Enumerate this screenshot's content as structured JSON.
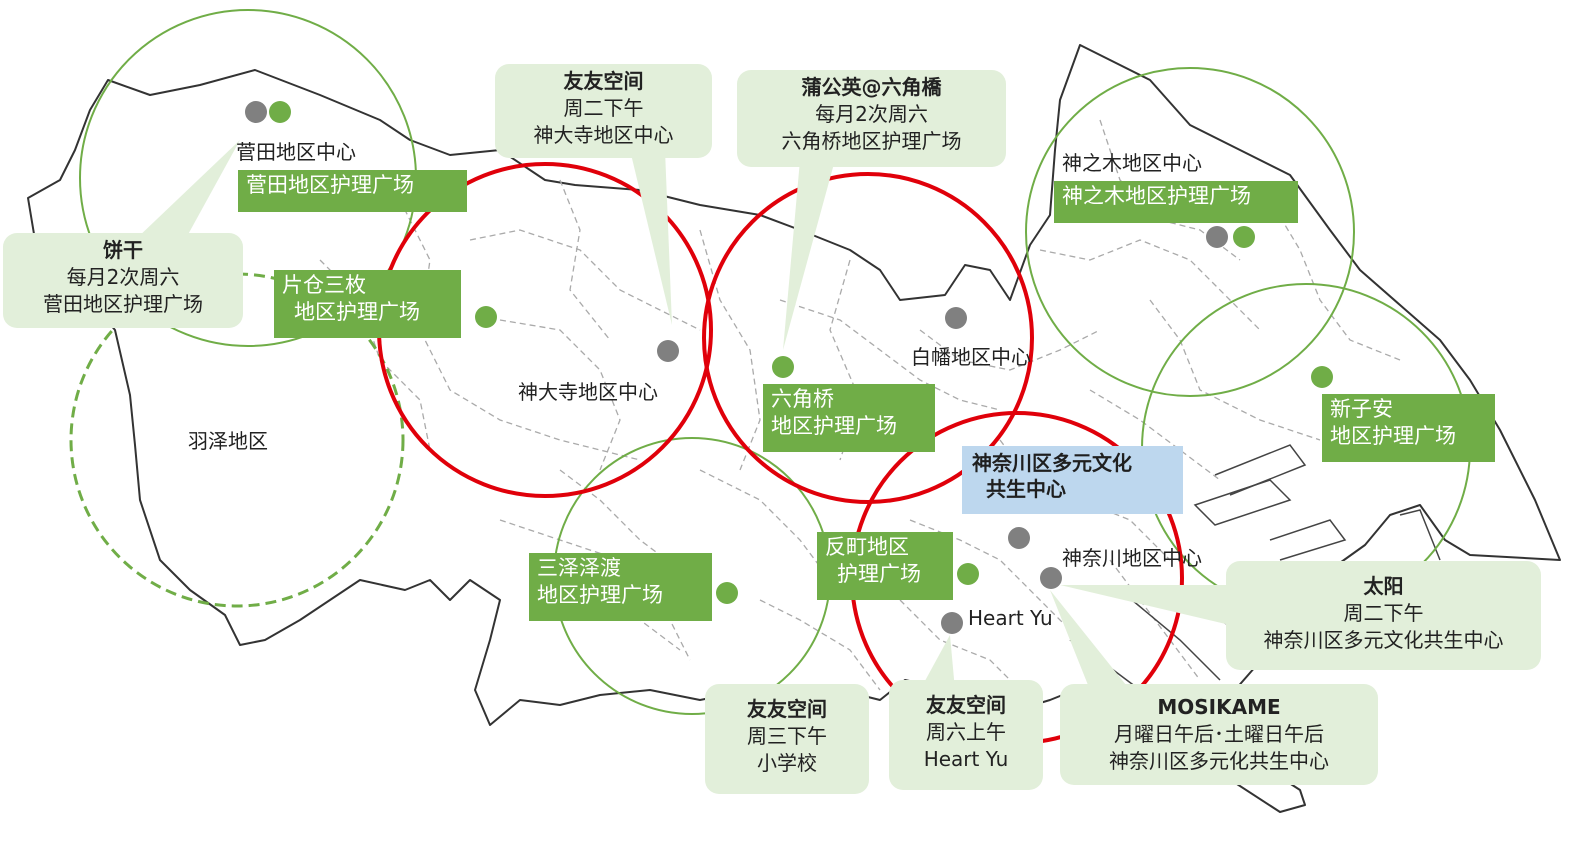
{
  "labels": {
    "sugata_center": "菅田地区中心",
    "hazawa": "羽泽地区",
    "kandaiji_center": "神大寺地区中心",
    "hakuba_center": "白幡地区中心",
    "kaminoki_center": "神之木地区中心",
    "kanagawa_center": "神奈川地区中心",
    "heart_yu": "Heart Yu"
  },
  "care_plazas": {
    "sugata": [
      "菅田地区护理广场"
    ],
    "katakura": [
      "片仓三枚",
      "地区护理广场"
    ],
    "rokkakubashi": [
      "六角桥",
      "地区护理广场"
    ],
    "kaminoki": [
      "神之木地区护理广场"
    ],
    "shinkoyasu": [
      "新子安",
      "地区护理广场"
    ],
    "mitsuzawa": [
      "三泽泽渡",
      "地区护理广场"
    ],
    "tanmachi": [
      "反町地区",
      "护理广场"
    ]
  },
  "multicultural_center": [
    "神奈川区多元文化",
    "共生中心"
  ],
  "callouts": {
    "senbei": {
      "title": "饼干",
      "lines": [
        "每月2次周六",
        "菅田地区护理广场"
      ]
    },
    "yuyu_kandaiji": {
      "title": "友友空间",
      "lines": [
        "周二下午",
        "神大寺地区中心"
      ]
    },
    "tanpopo": {
      "title": "蒲公英@六角橋",
      "lines": [
        "每月2次周六",
        "六角桥地区护理广场"
      ]
    },
    "taiyo": {
      "title": "太阳",
      "lines": [
        "周二下午",
        "神奈川区多元文化共生中心"
      ]
    },
    "yuyu_school": {
      "title": "友友空间",
      "lines": [
        "周三下午",
        "小学校"
      ]
    },
    "yuyu_heartyu": {
      "title": "友友空间",
      "lines": [
        "周六上午",
        "Heart Yu"
      ]
    },
    "mosikame": {
      "title": "MOSIKAME",
      "lines": [
        "月曜日午后･土曜日午后",
        "神奈川区多元化共生中心"
      ]
    }
  },
  "colors": {
    "community_center_marker": "#808080",
    "care_plaza_marker": "#70ad47",
    "care_plaza_box": "#70ad47",
    "coverage_circle": "#70ad47",
    "activity_circle": "#e0000a",
    "callout_bg": "#e2efda",
    "multicultural_box": "#bdd7ee"
  }
}
